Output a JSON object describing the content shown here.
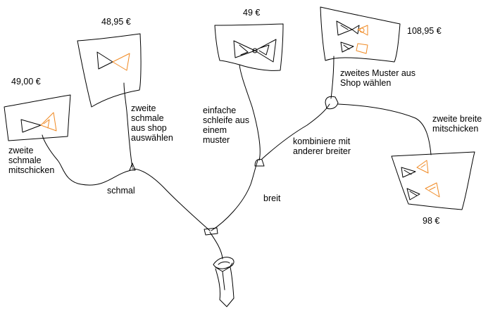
{
  "colors": {
    "ink": "#000000",
    "accent": "#f08a24",
    "paper": "#ffffff"
  },
  "prices": {
    "p1": "49,00 €",
    "p2": "48,95 €",
    "p3": "49 €",
    "p4": "108,95 €",
    "p5": "98 €"
  },
  "branches": {
    "left": "schmal",
    "right": "breit"
  },
  "notes": {
    "left_extra": "zweite\nschmale\nmitschicken",
    "left_shop": "zweite\nschmale\naus shop\nauswählen",
    "simple": "einfache\nschleife aus\neinem\nmuster",
    "combine": "kombiniere mit\nanderer breiter",
    "shop_pattern": "zweites Muster aus\nShop wählen",
    "wide_extra": "zweite breite\nmitschicken"
  }
}
